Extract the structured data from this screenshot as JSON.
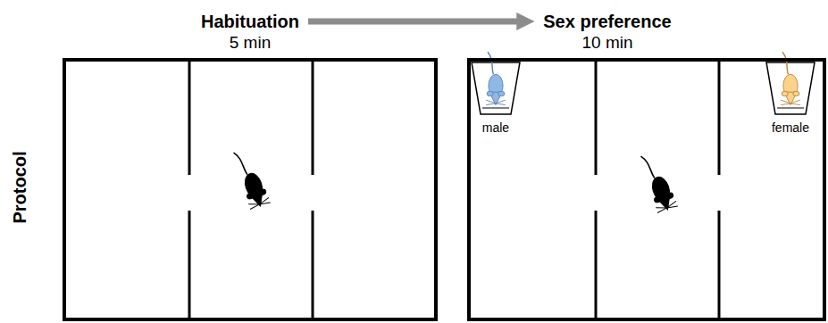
{
  "diagram": {
    "nodes": [
      {
        "text": [
          "Habituation",
          "5 min"
        ]
      },
      {
        "text": [
          "Sex preference",
          "10 min"
        ]
      }
    ],
    "edges": [
      {
        "from": 0,
        "to": 1,
        "arrow": "to"
      }
    ],
    "labels": [
      "male",
      "female",
      "Protocol"
    ]
  }
}
